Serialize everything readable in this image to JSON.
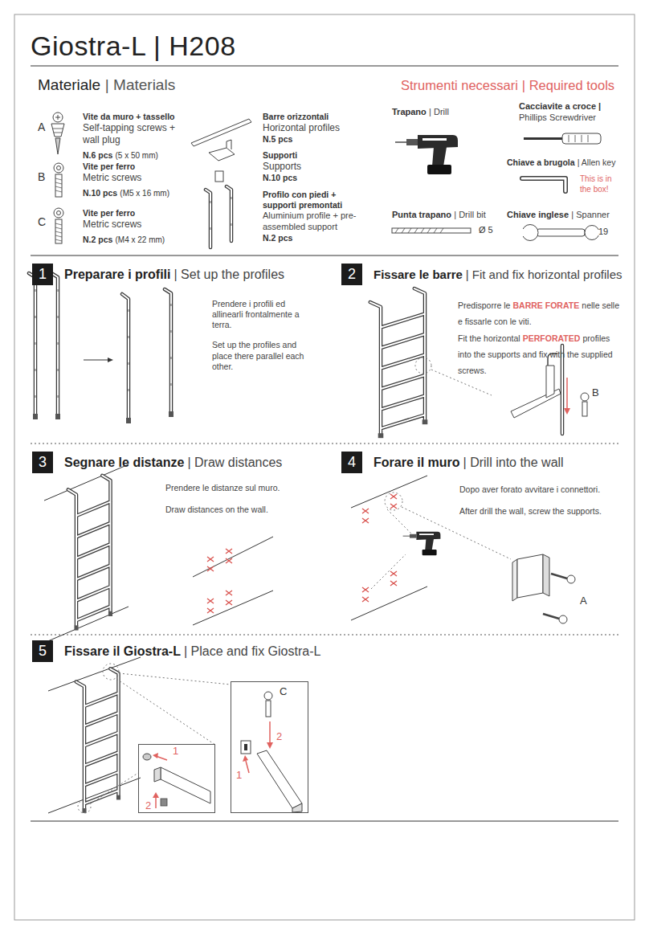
{
  "diagram": {
    "title": "Giostra-L | H208",
    "nodes": [
      {
        "text": [
          "1",
          "Preparare i profili",
          "| Set up the profiles"
        ]
      },
      {
        "text": [
          "2",
          "Fissare le barre",
          "| Fit and fix horizontal profiles"
        ]
      },
      {
        "text": [
          "3",
          "Segnare le distanze",
          "| Draw distances"
        ]
      },
      {
        "text": [
          "4",
          "Forare il muro",
          "| Drill into the wall"
        ]
      },
      {
        "text": [
          "5",
          "Fissare il Giostra-L",
          "| Place and fix  Giostra-L"
        ]
      },
      {
        "text": [
          "1",
          "2"
        ]
      },
      {
        "text": [
          "C",
          "2",
          "1"
        ]
      }
    ],
    "labels": [
      "Materiale",
      "| Materials",
      "Strumenti necessari",
      "| Required tools",
      "A",
      "Vite da muro + tassello",
      "Self-tapping screws + wall plug",
      "N.6 pcs",
      "(5 x 50 mm)",
      "B",
      "Vite per ferro",
      "Metric screws",
      "N.10 pcs",
      "(M5 x 16 mm)",
      "C",
      "Vite per ferro",
      "Metric screws",
      "N.2 pcs",
      "(M4 x 22 mm)",
      "Barre orizzontali",
      "Horizontal profiles",
      "N.5 pcs",
      "Supporti",
      "Supports",
      "N.10 pcs",
      "Profilo con piedi + supporti premontati",
      "Aluminium profile + pre-assembled support",
      "N.2 pcs",
      "Trapano",
      "| Drill",
      "Cacciavite a croce |",
      "Phillips Screwdriver",
      "Chiave a brugola",
      "| Allen key",
      "This is in the box!",
      "Punta trapano",
      "| Drill bit",
      "Ø 5",
      "Chiave inglese",
      "| Spanner",
      "19",
      "Prendere i profili ed allinearli frontalmente a terra.",
      "Set up the profiles and place there parallel each other.",
      "Predisporre le",
      "BARRE FORATE",
      "nelle selle e fissarle con le viti.",
      "Fit the horizontal",
      "PERFORATED",
      "profiles into the supports and fix with the supplied screws.",
      "B",
      "Prendere le distanze sul muro.",
      "Draw distances on the wall.",
      "Dopo aver forato avvitare i connettori.",
      "After drill the wall, screw the supports.",
      "A"
    ]
  }
}
